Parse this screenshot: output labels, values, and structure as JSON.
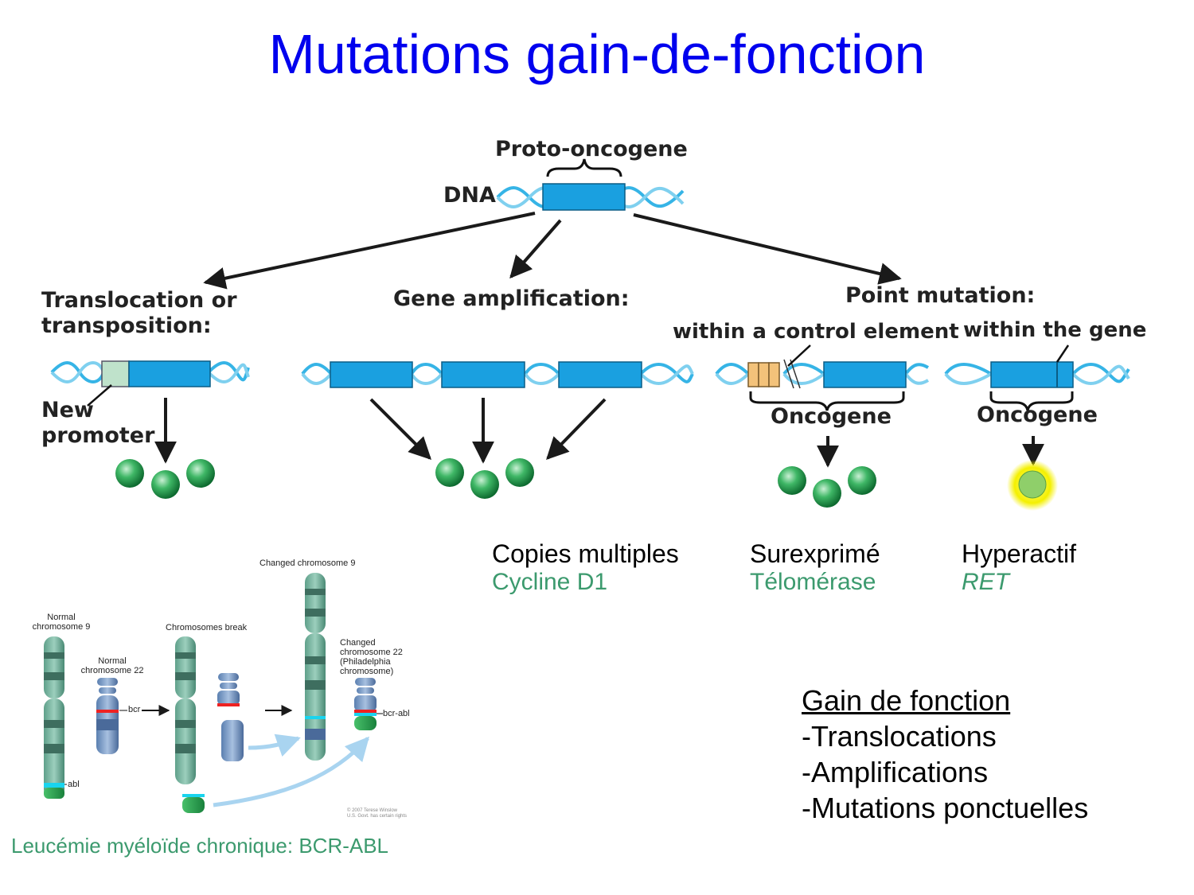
{
  "title": "Mutations gain-de-fonction",
  "diagram": {
    "proto_oncogene": "Proto-oncogene",
    "dna": "DNA",
    "translocation": [
      "Translocation or",
      "transposition:"
    ],
    "gene_amplification": "Gene amplification:",
    "point_mutation": "Point mutation:",
    "within_control": "within a control element",
    "within_gene": "within the gene",
    "new_promoter": [
      "New",
      "promoter"
    ],
    "oncogene_label": "Oncogene",
    "colors": {
      "gene": "#1aa0e0",
      "helix": "#36b4e6",
      "protein": "#1e9a4c",
      "hyperactive": "#f2f200"
    }
  },
  "categories": [
    {
      "label": "Copies multiples",
      "example": "Cycline D1",
      "italic": false
    },
    {
      "label": "Surexprimé",
      "example": "Télomérase",
      "italic": false
    },
    {
      "label": "Hyperactif",
      "example": "RET",
      "italic": true
    }
  ],
  "chromosome_fig": {
    "changed_9": "Changed chromosome 9",
    "normal_9": [
      "Normal",
      "chromosome 9"
    ],
    "break": "Chromosomes break",
    "normal_22": [
      "Normal",
      "chromosome 22"
    ],
    "changed_22": [
      "Changed",
      "chromosome 22",
      "(Philadelphia",
      "chromosome)"
    ],
    "bcr": "bcr",
    "abl": "abl",
    "bcr_abl": "bcr-abl",
    "copyright": [
      "© 2007 Terese Winslow",
      "U.S. Govt. has certain rights"
    ]
  },
  "caption": "Leucémie myéloïde chronique: BCR-ABL",
  "summary": {
    "heading": "Gain de fonction",
    "items": [
      "-Translocations",
      "-Amplifications",
      "-Mutations ponctuelles"
    ]
  }
}
